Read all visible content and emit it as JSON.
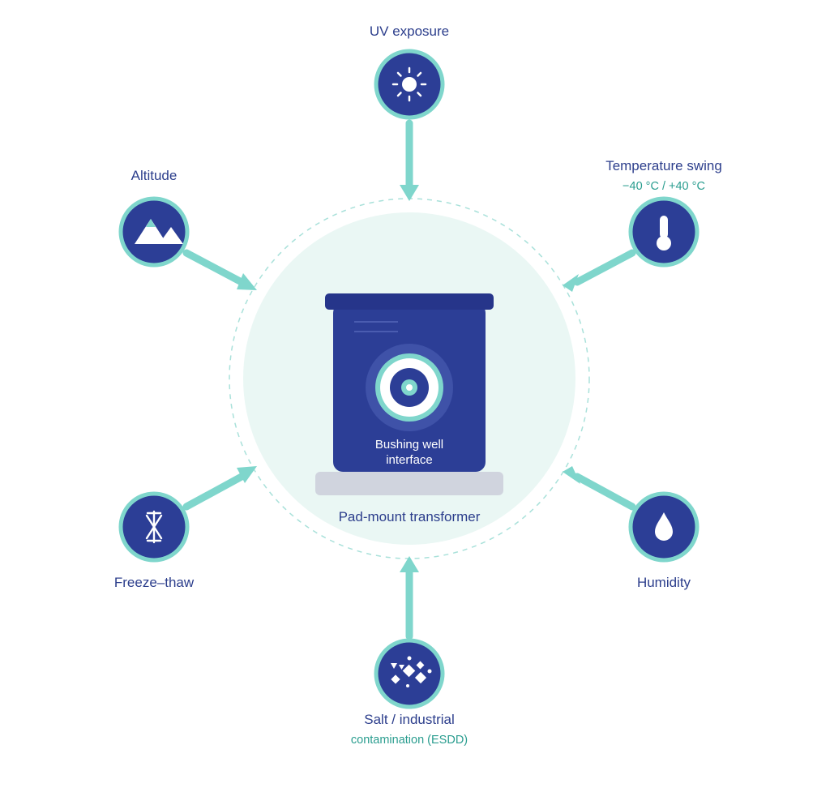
{
  "colors": {
    "navy": "#2c3e96",
    "navy_dark": "#26358a",
    "teal": "#7fd6cc",
    "teal_text": "#2a9d8f",
    "halo": "#eaf7f4",
    "plinth": "#d0d4de",
    "label_text": "#2c3e8c"
  },
  "center": {
    "core_label_line1": "Bushing well",
    "core_label_line2": "interface",
    "base_label": "Pad-mount transformer"
  },
  "factors": [
    {
      "id": "uv",
      "label": "UV exposure",
      "sublabel": "",
      "icon": "sun-icon"
    },
    {
      "id": "temperature",
      "label": "Temperature swing",
      "sublabel": "−40 °C / +40 °C",
      "icon": "thermometer-icon"
    },
    {
      "id": "humidity",
      "label": "Humidity",
      "sublabel": "",
      "icon": "water-drop-icon"
    },
    {
      "id": "salt",
      "label": "Salt / industrial",
      "sublabel": "contamination (ESDD)",
      "icon": "particles-icon"
    },
    {
      "id": "freeze",
      "label": "Freeze–thaw",
      "sublabel": "",
      "icon": "ice-crystal-icon"
    },
    {
      "id": "altitude",
      "label": "Altitude",
      "sublabel": "",
      "icon": "mountain-icon"
    }
  ]
}
